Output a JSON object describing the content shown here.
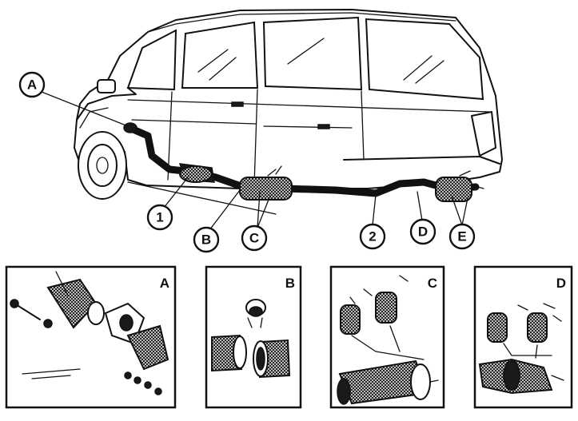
{
  "callouts": {
    "A": "A",
    "n1": "1",
    "B": "B",
    "C": "C",
    "n2": "2",
    "D": "D",
    "E": "E"
  },
  "panels": {
    "A": "A",
    "B": "B",
    "C": "C",
    "D": "D"
  }
}
